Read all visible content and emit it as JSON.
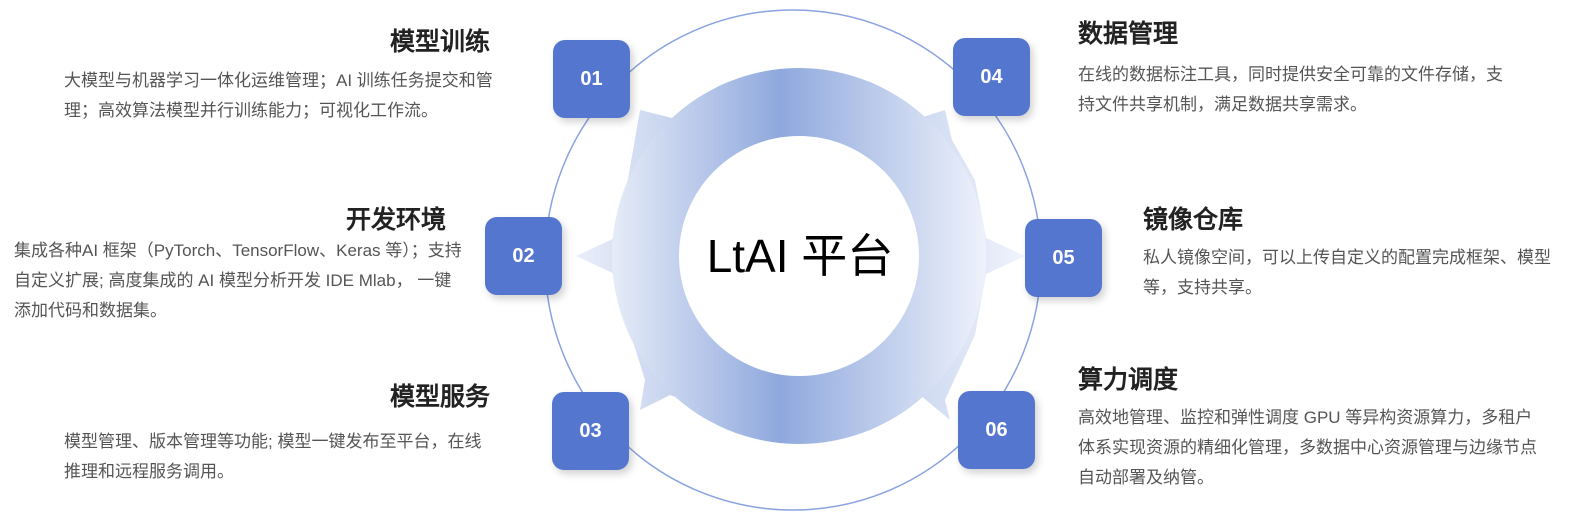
{
  "center_label": "LtAI 平台",
  "colors": {
    "box": "#5476cf",
    "ring": "#8fa8dd",
    "outline": "#8aa3e0"
  },
  "items": [
    {
      "num": "01",
      "title": "模型训练",
      "desc": "大模型与机器学习一体化运维管理；AI 训练任务提交和管理；高效算法模型并行训练能力；可视化工作流。"
    },
    {
      "num": "02",
      "title": "开发环境",
      "desc": "集成各种AI 框架（PyTorch、TensorFlow、Keras 等）；支持自定义扩展; 高度集成的 AI 模型分析开发 IDE Mlab， 一键添加代码和数据集。"
    },
    {
      "num": "03",
      "title": "模型服务",
      "desc": "模型管理、版本管理等功能; 模型一键发布至平台，在线推理和远程服务调用。"
    },
    {
      "num": "04",
      "title": "数据管理",
      "desc": "在线的数据标注工具，同时提供安全可靠的文件存储，支持文件共享机制，满足数据共享需求。"
    },
    {
      "num": "05",
      "title": "镜像仓库",
      "desc": "私人镜像空间，可以上传自定义的配置完成框架、模型等，支持共享。"
    },
    {
      "num": "06",
      "title": "算力调度",
      "desc": "高效地管理、监控和弹性调度 GPU 等异构资源算力，多租户体系实现资源的精细化管理，多数据中心资源管理与边缘节点自动部署及纳管。"
    }
  ]
}
